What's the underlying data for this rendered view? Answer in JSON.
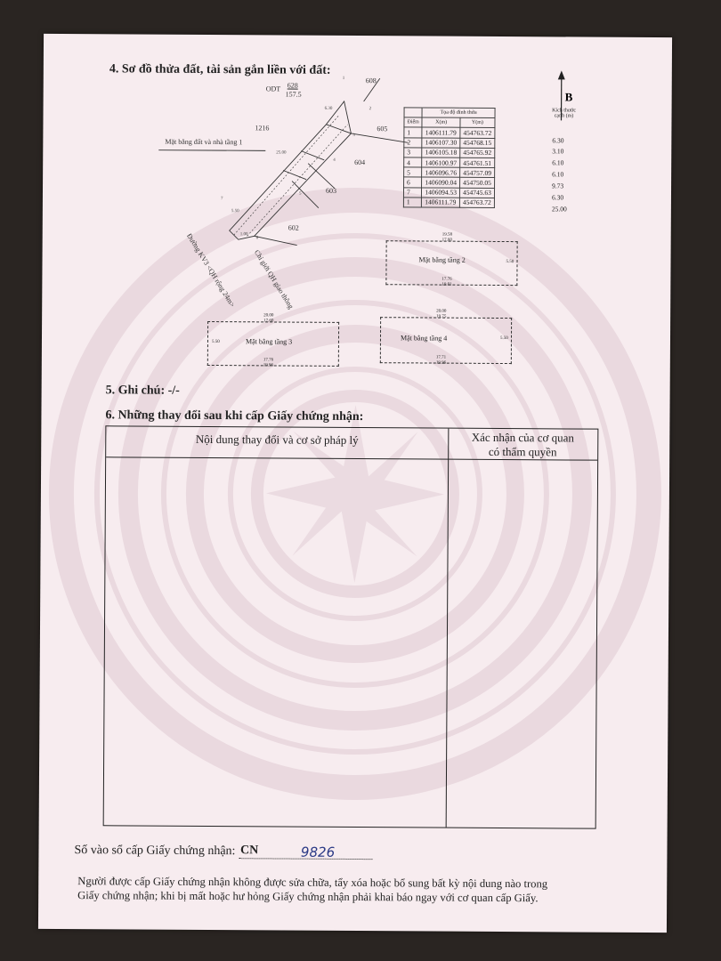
{
  "section4": {
    "title": "4. Sơ đồ thửa đất, tài sản gắn liền với đất:"
  },
  "diagram": {
    "odt_label": "ODT",
    "odt_parcel": "628",
    "odt_area": "157.5",
    "north_label": "B",
    "ground_plan_label": "Mặt bằng đất và nhà tầng 1",
    "road_label": "Đường KV3 <QH rộng 24m>",
    "setback_label": "Chỉ giới QH giao thông",
    "neighbors": [
      "1216",
      "608",
      "605",
      "604",
      "603",
      "602"
    ],
    "points": [
      "1",
      "2",
      "3",
      "4",
      "5",
      "6",
      "7"
    ],
    "edge_labels": [
      "6.30",
      "25.00",
      "1.00",
      "5.50"
    ]
  },
  "coord_table": {
    "title": "Tọa độ đỉnh thửa",
    "headers": [
      "Điểm",
      "X(m)",
      "Y(m)"
    ],
    "size_header": "Kích thước cạnh (m)",
    "rows": [
      [
        "1",
        "1406111.79",
        "454763.72"
      ],
      [
        "2",
        "1406107.30",
        "454768.15"
      ],
      [
        "3",
        "1406105.18",
        "454765.92"
      ],
      [
        "4",
        "1406100.97",
        "454761.51"
      ],
      [
        "5",
        "1406096.76",
        "454757.09"
      ],
      [
        "6",
        "1406090.04",
        "454750.05"
      ],
      [
        "7",
        "1406094.53",
        "454745.63"
      ],
      [
        "1",
        "1406111.79",
        "454763.72"
      ]
    ],
    "sizes": [
      "6.30",
      "3.10",
      "6.10",
      "6.10",
      "9.73",
      "6.30",
      "25.00"
    ]
  },
  "floor_plans": [
    {
      "label": "Mặt bằng tầng 2",
      "top": "19.58",
      "top2": "17.60",
      "bottom": "17.76",
      "bottom2": "19.01",
      "side": "5.50"
    },
    {
      "label": "Mặt bằng tầng 3",
      "top": "20.00",
      "top2": "17.60",
      "bottom": "17.76",
      "bottom2": "19.96",
      "side": "5.50"
    },
    {
      "label": "Mặt bằng tầng 4",
      "top": "20.00",
      "top2": "19.75",
      "bottom": "17.71",
      "bottom2": "19.96",
      "side": "5.50"
    }
  ],
  "section5": {
    "title": "5. Ghi chú: -/-"
  },
  "section6": {
    "title": "6. Những thay đổi sau khi cấp Giấy chứng nhận:",
    "col1": "Nội dung thay đổi và cơ sở pháp lý",
    "col2_line1": "Xác nhận của cơ quan",
    "col2_line2": "có thẩm quyền"
  },
  "registry": {
    "label": "Số vào sổ cấp Giấy chứng nhận:",
    "prefix": "CN",
    "number": "9826"
  },
  "notice": {
    "line1": "Người được cấp Giấy chứng nhận không được sửa chữa, tẩy xóa hoặc bổ sung bất kỳ nội dung nào trong",
    "line2": "Giấy chứng nhận; khi bị mất hoặc hư hỏng Giấy chứng nhận phải khai báo ngay với cơ quan cấp Giấy."
  }
}
